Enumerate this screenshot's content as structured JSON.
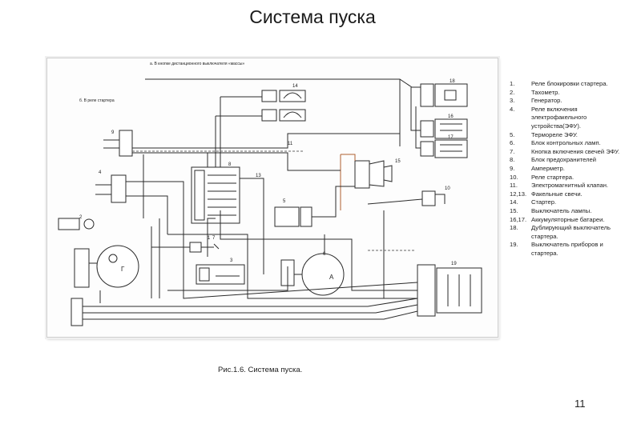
{
  "slide": {
    "title": "Система пуска",
    "caption": "Рис.1.6. Система пуска.",
    "page_number": "11"
  },
  "diagram": {
    "note_a": "а. В кнопке дистанционного выключателя «массы»",
    "note_b": "б. В реле стартера",
    "component_numbers": [
      "1",
      "2",
      "3",
      "4",
      "5",
      "6",
      "7",
      "8",
      "9",
      "10",
      "11",
      "13",
      "14",
      "15",
      "16",
      "17",
      "18",
      "19"
    ],
    "generator_label": "Г",
    "ammeter_label": "A"
  },
  "legend": [
    {
      "num": "1.",
      "text": "Реле блокировки стартера."
    },
    {
      "num": "2.",
      "text": "Тахометр."
    },
    {
      "num": "3.",
      "text": "Генератор."
    },
    {
      "num": "4.",
      "text": "Реле включения электрофакельного устройства(ЭФУ)."
    },
    {
      "num": "5.",
      "text": "Термореле ЭФУ."
    },
    {
      "num": "6.",
      "text": "Блок контрольных ламп."
    },
    {
      "num": "7.",
      "text": "Кнопка включения свечей ЭФУ."
    },
    {
      "num": "8.",
      "text": "Блок предохранителей"
    },
    {
      "num": "9.",
      "text": "Амперметр."
    },
    {
      "num": "10.",
      "text": "Реле стартера."
    },
    {
      "num": "11.",
      "text": "Электромагнитный клапан."
    },
    {
      "num": "12,13.",
      "text": "Факельные свечи."
    },
    {
      "num": "14.",
      "text": "Стартер."
    },
    {
      "num": "15.",
      "text": "Выключатель лампы."
    },
    {
      "num": "16,17.",
      "text": "Аккумуляторные батареи."
    },
    {
      "num": "18.",
      "text": "Дублирующий выключатель стартера."
    },
    {
      "num": "19.",
      "text": "Выключатель приборов и стартера."
    }
  ]
}
